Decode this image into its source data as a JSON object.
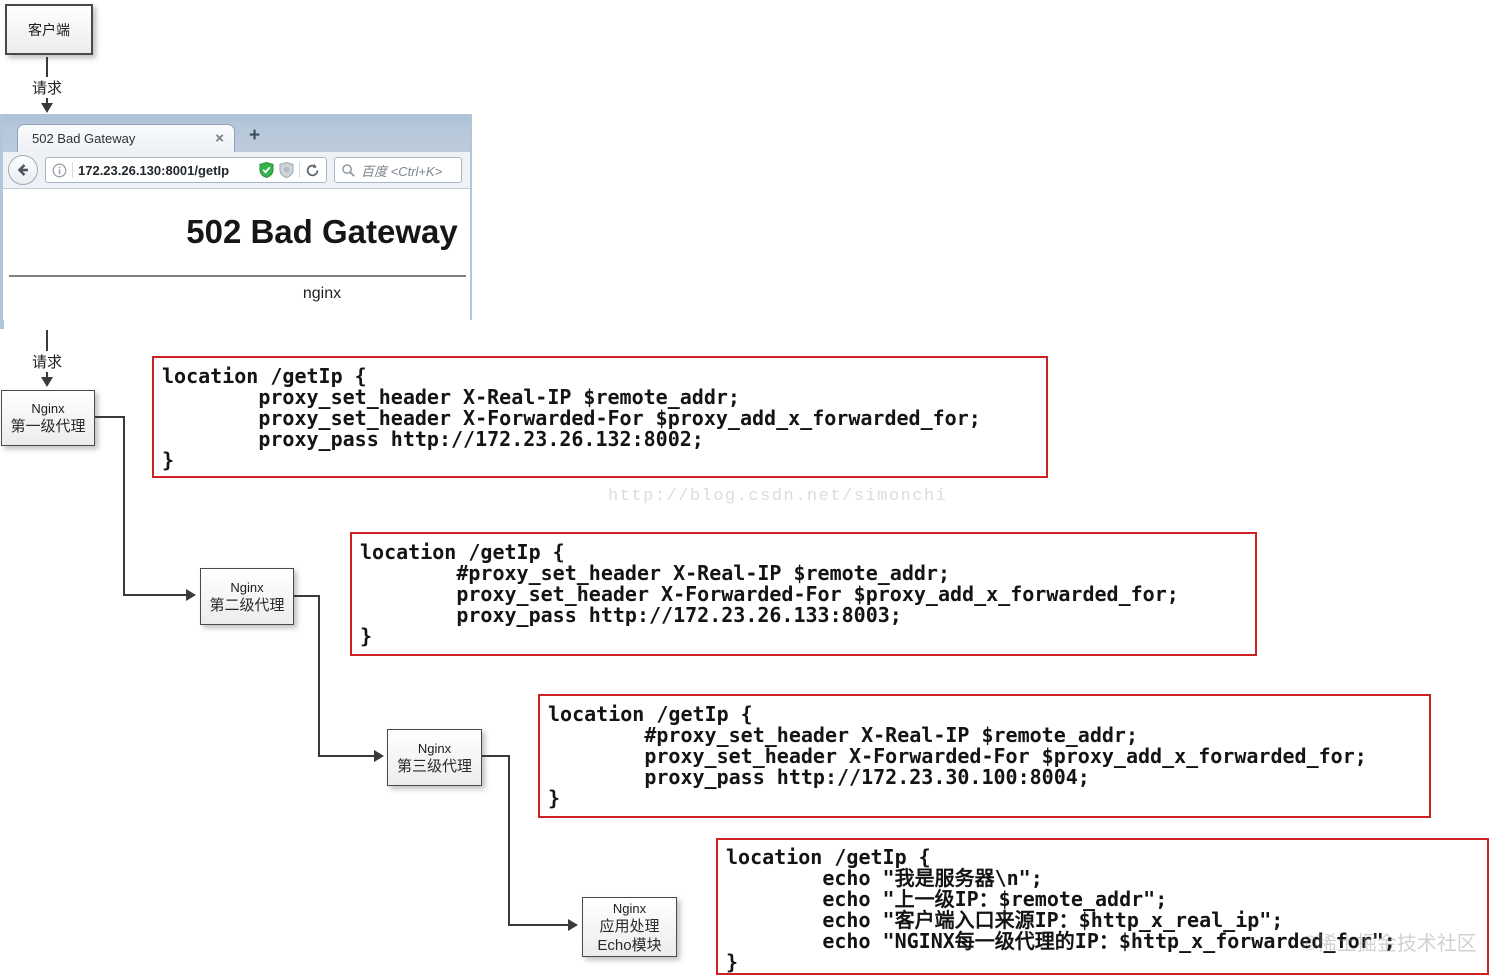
{
  "flow": {
    "client_label": "客户端",
    "request1": "请求",
    "request2": "请求",
    "nodes": [
      {
        "line1": "Nginx",
        "line2": "第一级代理"
      },
      {
        "line1": "Nginx",
        "line2": "第二级代理"
      },
      {
        "line1": "Nginx",
        "line2": "第三级代理"
      },
      {
        "line1": "Nginx",
        "line2": "应用处理",
        "line3": "Echo模块"
      }
    ]
  },
  "browser": {
    "tab": {
      "title": "502 Bad Gateway",
      "close": "×",
      "new_tab": "+"
    },
    "nav": {
      "url": "172.23.26.130:8001/getIp",
      "search_placeholder": "百度 <Ctrl+K>"
    },
    "page": {
      "heading": "502 Bad Gateway",
      "server": "nginx"
    }
  },
  "code_blocks": [
    {
      "lines": [
        "location /getIp {",
        "        proxy_set_header X-Real-IP $remote_addr;",
        "        proxy_set_header X-Forwarded-For $proxy_add_x_forwarded_for;",
        "        proxy_pass http://172.23.26.132:8002;",
        "}"
      ]
    },
    {
      "lines": [
        "location /getIp {",
        "        #proxy_set_header X-Real-IP $remote_addr;",
        "        proxy_set_header X-Forwarded-For $proxy_add_x_forwarded_for;",
        "        proxy_pass http://172.23.26.133:8003;",
        "}"
      ]
    },
    {
      "lines": [
        "location /getIp {",
        "        #proxy_set_header X-Real-IP $remote_addr;",
        "        proxy_set_header X-Forwarded-For $proxy_add_x_forwarded_for;",
        "        proxy_pass http://172.23.30.100:8004;",
        "}"
      ]
    },
    {
      "lines": [
        "location /getIp {",
        "        echo \"我是服务器\\n\";",
        "        echo \"上一级IP：$remote_addr\";",
        "        echo \"客户端入口来源IP：$http_x_real_ip\";",
        "        echo \"NGINX每一级代理的IP：$http_x_forwarded_for\";",
        "}"
      ]
    }
  ],
  "watermarks": {
    "center": "http://blog.csdn.net/simonchi",
    "corner": "©稀土掘金技术社区"
  },
  "colors": {
    "code_border": "#cc2222",
    "connector": "#3a3a3a",
    "chrome": "#b4c6d8",
    "shield_green": "#35b24a"
  }
}
